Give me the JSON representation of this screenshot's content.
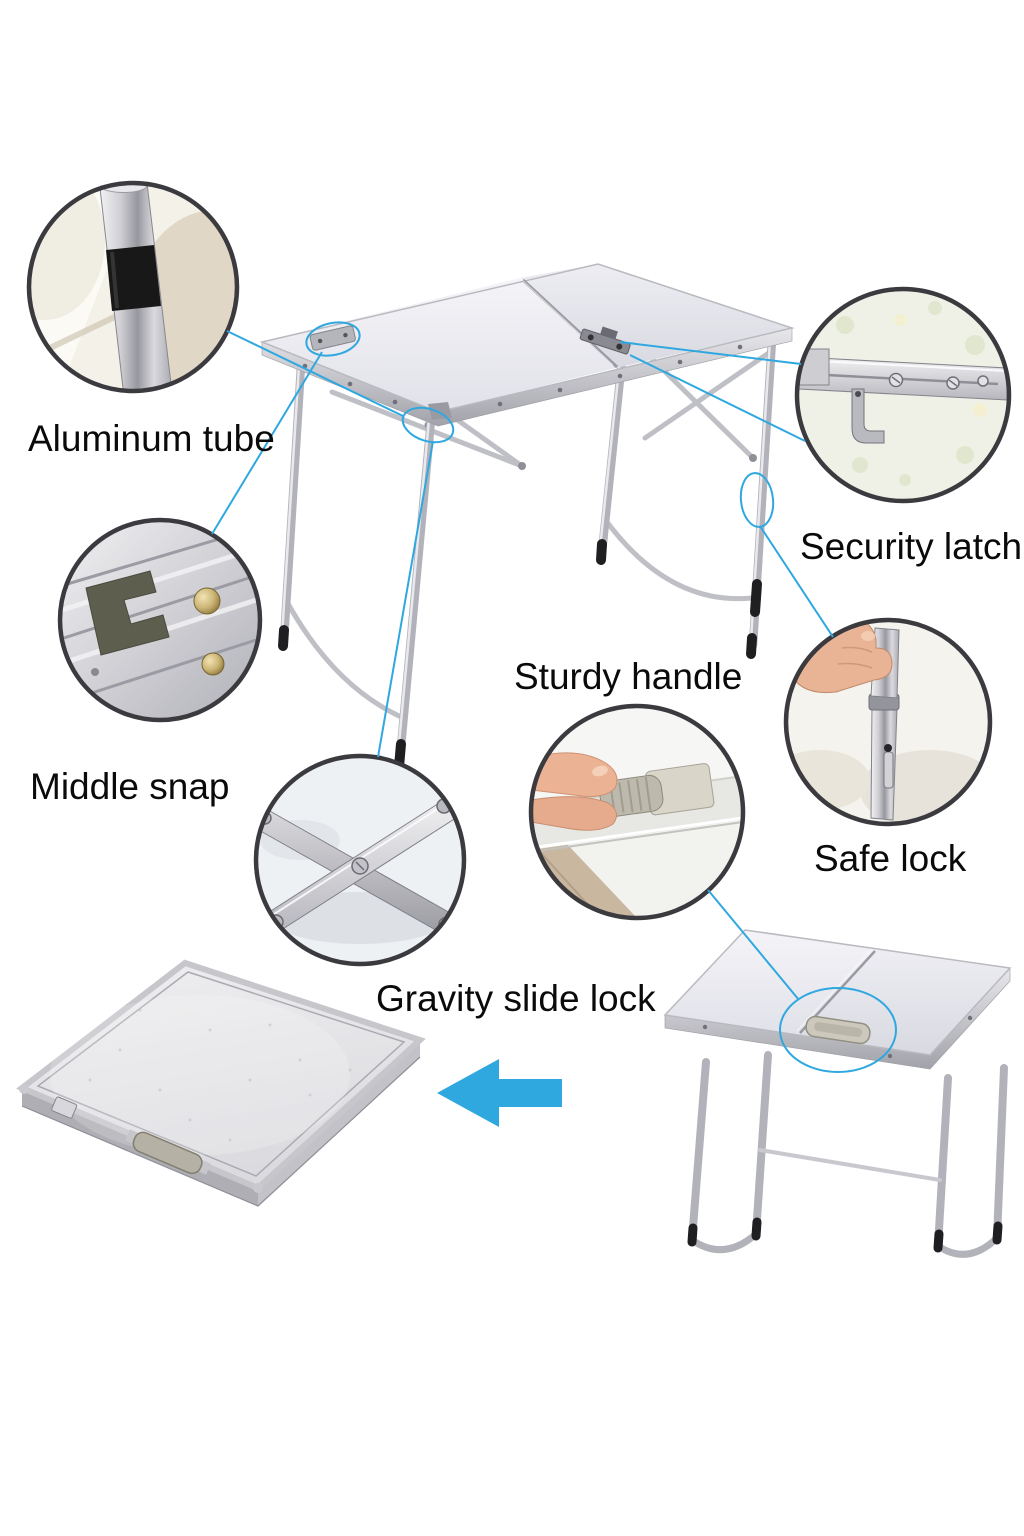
{
  "figure": {
    "kind": "product-feature-diagram",
    "subject": "folding aluminum camping table"
  },
  "callouts": [
    {
      "id": "aluminum-tube",
      "label": "Aluminum tube"
    },
    {
      "id": "middle-snap",
      "label": "Middle snap"
    },
    {
      "id": "security-latch",
      "label": "Security latch"
    },
    {
      "id": "sturdy-handle",
      "label": "Sturdy handle"
    },
    {
      "id": "safe-lock",
      "label": "Safe lock"
    },
    {
      "id": "gravity-slide-lock",
      "label": "Gravity slide lock"
    }
  ],
  "colors": {
    "accent_blue": "#2fa8e0",
    "circle_border": "#3a3a3f"
  }
}
